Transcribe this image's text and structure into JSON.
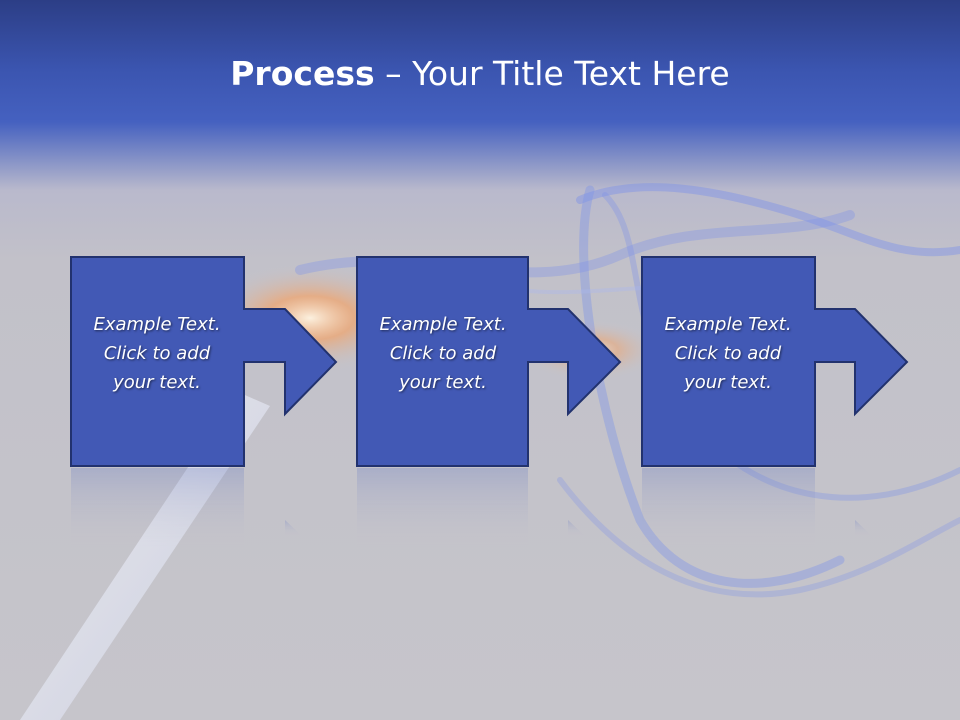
{
  "slide": {
    "title_bold": "Process",
    "title_rest": " – Your Title Text Here",
    "steps": [
      {
        "lines": [
          "Example Text.",
          "Click  to add",
          "your text."
        ]
      },
      {
        "lines": [
          "Example Text.",
          "Click  to add",
          "your text."
        ]
      },
      {
        "lines": [
          "Example Text.",
          "Click  to add",
          "your text."
        ]
      }
    ]
  },
  "colors": {
    "header": "#3b55b0",
    "box_fill": "#4259b5",
    "box_border": "#22326e",
    "background": "#c6c5cb"
  }
}
